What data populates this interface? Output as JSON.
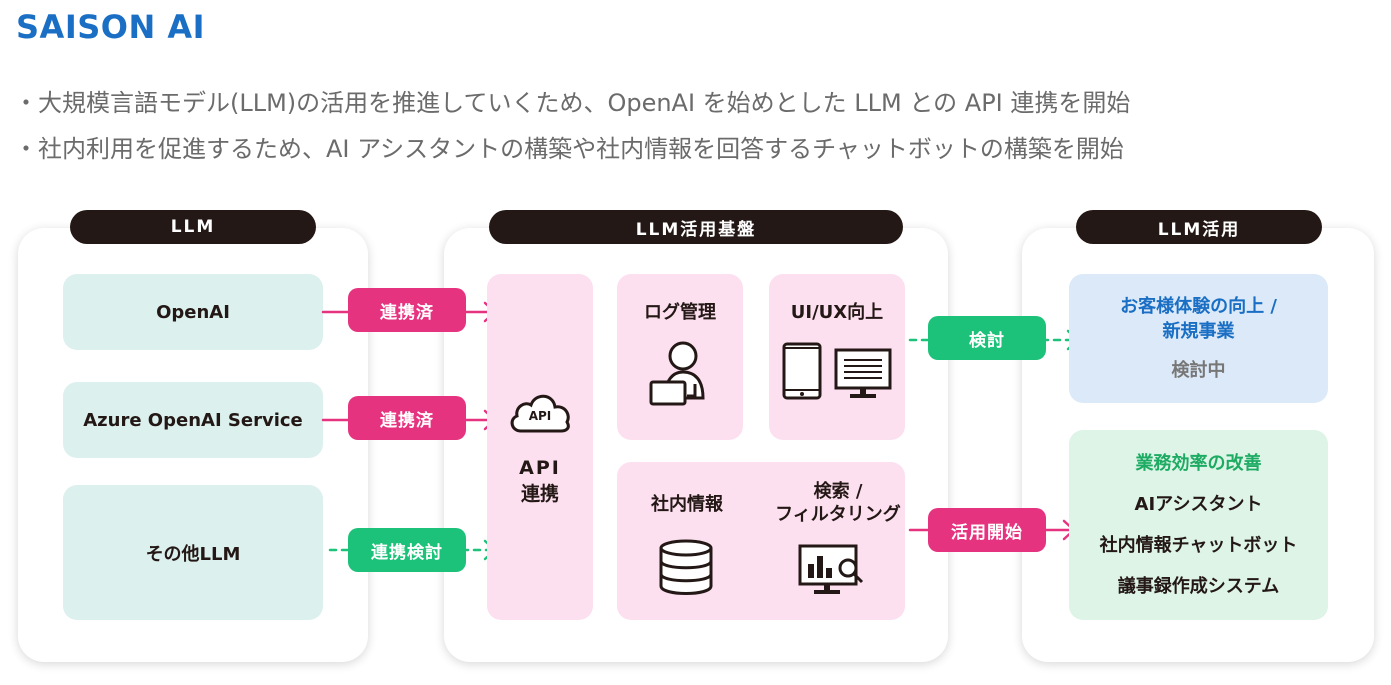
{
  "title": "SAISON AI",
  "bullets": [
    "・大規模言語モデル(LLM)の活用を推進していくため、OpenAI を始めとした LLM との API 連携を開始",
    "・社内利用を促進するため、AI アシスタントの構築や社内情報を回答するチャットボットの構築を開始"
  ],
  "llm": {
    "header": "LLM",
    "items": [
      "OpenAI",
      "Azure OpenAI Service",
      "その他LLM"
    ]
  },
  "tags": {
    "linked1": "連携済",
    "linked2": "連携済",
    "considering_link": "連携検討",
    "consider": "検討",
    "start_use": "活用開始"
  },
  "platform": {
    "header": "LLM活用基盤",
    "api_line1": "API",
    "api_line2": "連携",
    "api_cloud": "API",
    "log": "ログ管理",
    "uiux": "UI/UX向上",
    "internal": "社内情報",
    "search_line1": "検索 /",
    "search_line2": "フィルタリング"
  },
  "usage": {
    "header": "LLM活用",
    "cx_line1": "お客様体験の向上 /",
    "cx_line2": "新規事業",
    "cx_status": "検討中",
    "efficiency_title": "業務効率の改善",
    "efficiency_items": [
      "AIアシスタント",
      "社内情報チャットボット",
      "議事録作成システム"
    ]
  },
  "colors": {
    "title": "#1a6fc4",
    "pink": "#e6337f",
    "green": "#1dc27a"
  }
}
